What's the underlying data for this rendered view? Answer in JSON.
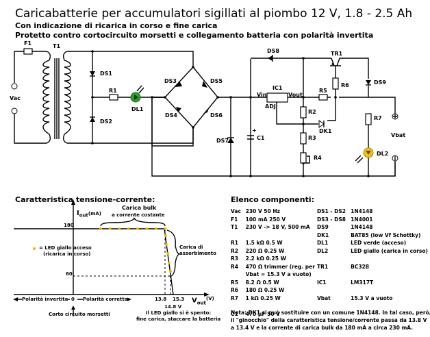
{
  "title": "Caricabatterie per accumulatori sigillati al piombo 12 V, 1.8 - 2.5 Ah",
  "subtitles": [
    "Con indicazione di ricarica in corso e fine carica",
    "Protetto contro cortocircuito morsetti e collegamento batteria con polarità invertita"
  ],
  "schematic": {
    "labels": {
      "F1": "F1",
      "T1": "T1",
      "Vac": "Vac",
      "DS1": "DS1",
      "DS2": "DS2",
      "R1": "R1",
      "DL1": "DL1",
      "DS3": "DS3",
      "DS4": "DS4",
      "DS5": "DS5",
      "DS6": "DS6",
      "DS7": "DS7",
      "DS8": "DS8",
      "DS9": "DS9",
      "C1": "C1",
      "C1_plus": "+",
      "IC1": "IC1",
      "Vin": "Vin",
      "Vout": "Vout",
      "ADJ": "ADJ",
      "R2": "R2",
      "R3": "R3",
      "R4": "R4",
      "R5": "R5",
      "R6": "R6",
      "R7": "R7",
      "TR1": "TR1",
      "DK1": "DK1",
      "DL2": "DL2",
      "Vbat": "Vbat"
    },
    "colors": {
      "led_green": "#2e9e2e",
      "led_yellow": "#f0c020"
    }
  },
  "characteristic": {
    "heading": "Caratteristica tensione-corrente:",
    "y_axis": "I",
    "y_axis_sub": "out",
    "y_unit": "(mA)",
    "x_axis": "V",
    "x_axis_sub": "out",
    "x_unit": "(V)",
    "y_ticks": [
      "180",
      "60"
    ],
    "x_ticks": [
      "0",
      "13.8",
      "15.3",
      "14.8 V"
    ],
    "bulk_label_1": "Carica bulk",
    "bulk_label_2": "a corrente costante",
    "absorb_label_1": "Carica di",
    "absorb_label_2": "assorbimento",
    "legend_1": "= LED giallo acceso",
    "legend_2": "(ricarica in corso)",
    "reverse_label": "Polarità invertita",
    "forward_label": "Polarità corretta",
    "short_label": "Corto circuito morsetti",
    "led_off_1": "Il LED giallo si è spento:",
    "led_off_2": "fine carica, staccare la batteria",
    "dot_color": "#f0b400"
  },
  "components": {
    "heading": "Elenco componenti:",
    "rows": [
      [
        "Vac",
        "230 V 50 Hz",
        "DS1 - DS2",
        "1N4148"
      ],
      [
        "F1",
        "100 mA 250 V",
        "DS3 - DS8",
        "1N4001"
      ],
      [
        "T1",
        "230 V -> 18 V, 500 mA",
        "DS9",
        "1N4148"
      ],
      [
        "",
        "",
        "DK1",
        "BAT85 (low Vf Schottky)"
      ],
      [
        "R1",
        "1.5 kΩ 0.5 W",
        "DL1",
        "LED verde (acceso)"
      ],
      [
        "R2",
        "220 Ω 0.25 W",
        "DL2",
        "LED giallo (carica in corso)"
      ],
      [
        "R3",
        "2.2 kΩ 0.25 W",
        "",
        ""
      ],
      [
        "R4",
        "470 Ω trimmer (reg. per",
        "TR1",
        "BC328"
      ],
      [
        "",
        "Vbat = 15.3 V a vuoto)",
        "",
        ""
      ],
      [
        "R5",
        "8.2 Ω 0.5 W",
        "IC1",
        "LM317T"
      ],
      [
        "R6",
        "180 Ω 0.25 W",
        "",
        ""
      ],
      [
        "R7",
        "1 kΩ 0.25 W",
        "Vbat",
        "15.3 V a vuoto"
      ],
      [
        "",
        "",
        "",
        ""
      ],
      [
        "C1",
        "470 µF 50 V",
        "",
        ""
      ]
    ],
    "note": [
      "Nota: DK1 si può sostituire con un comune 1N4148. In tal caso, però,",
      "il \"ginocchio\" della caratteristica tensione/corrente passa da 13.8 V",
      "a 13.4 V e la corrente di carica bulk da 180 mA a circa 230 mA."
    ]
  }
}
